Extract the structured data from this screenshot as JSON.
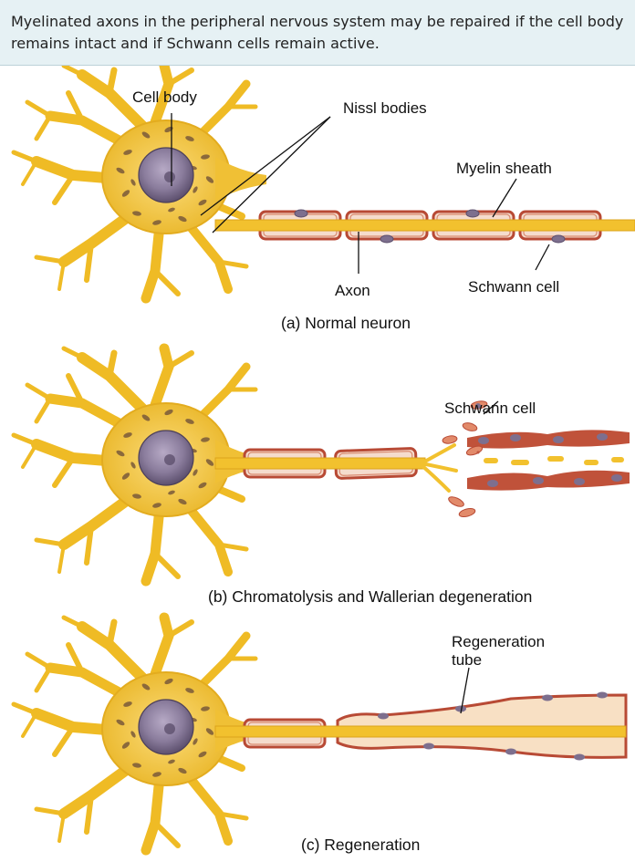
{
  "caption": "Myelinated axons in the peripheral nervous system may be repaired if the cell body remains intact and if Schwann cells remain active.",
  "panels": [
    {
      "caption": "(a) Normal neuron",
      "labels": {
        "cell_body": "Cell body",
        "nissl_bodies": "Nissl bodies",
        "myelin_sheath": "Myelin sheath",
        "axon": "Axon",
        "schwann_cell": "Schwann cell"
      }
    },
    {
      "caption": "(b) Chromatolysis and Wallerian degeneration",
      "labels": {
        "schwann_cell": "Schwann cell"
      }
    },
    {
      "caption": "(c) Regeneration",
      "labels": {
        "regeneration_tube_line1": "Regeneration",
        "regeneration_tube_line2": "tube"
      }
    }
  ],
  "colors": {
    "caption_background": "#e6f1f4",
    "neuron_yellow": "#f2c12e",
    "myelin_red": "#b84a35",
    "nucleus_purple": "#7d6f8e",
    "regeneration_tube": "#f8e0c4"
  }
}
